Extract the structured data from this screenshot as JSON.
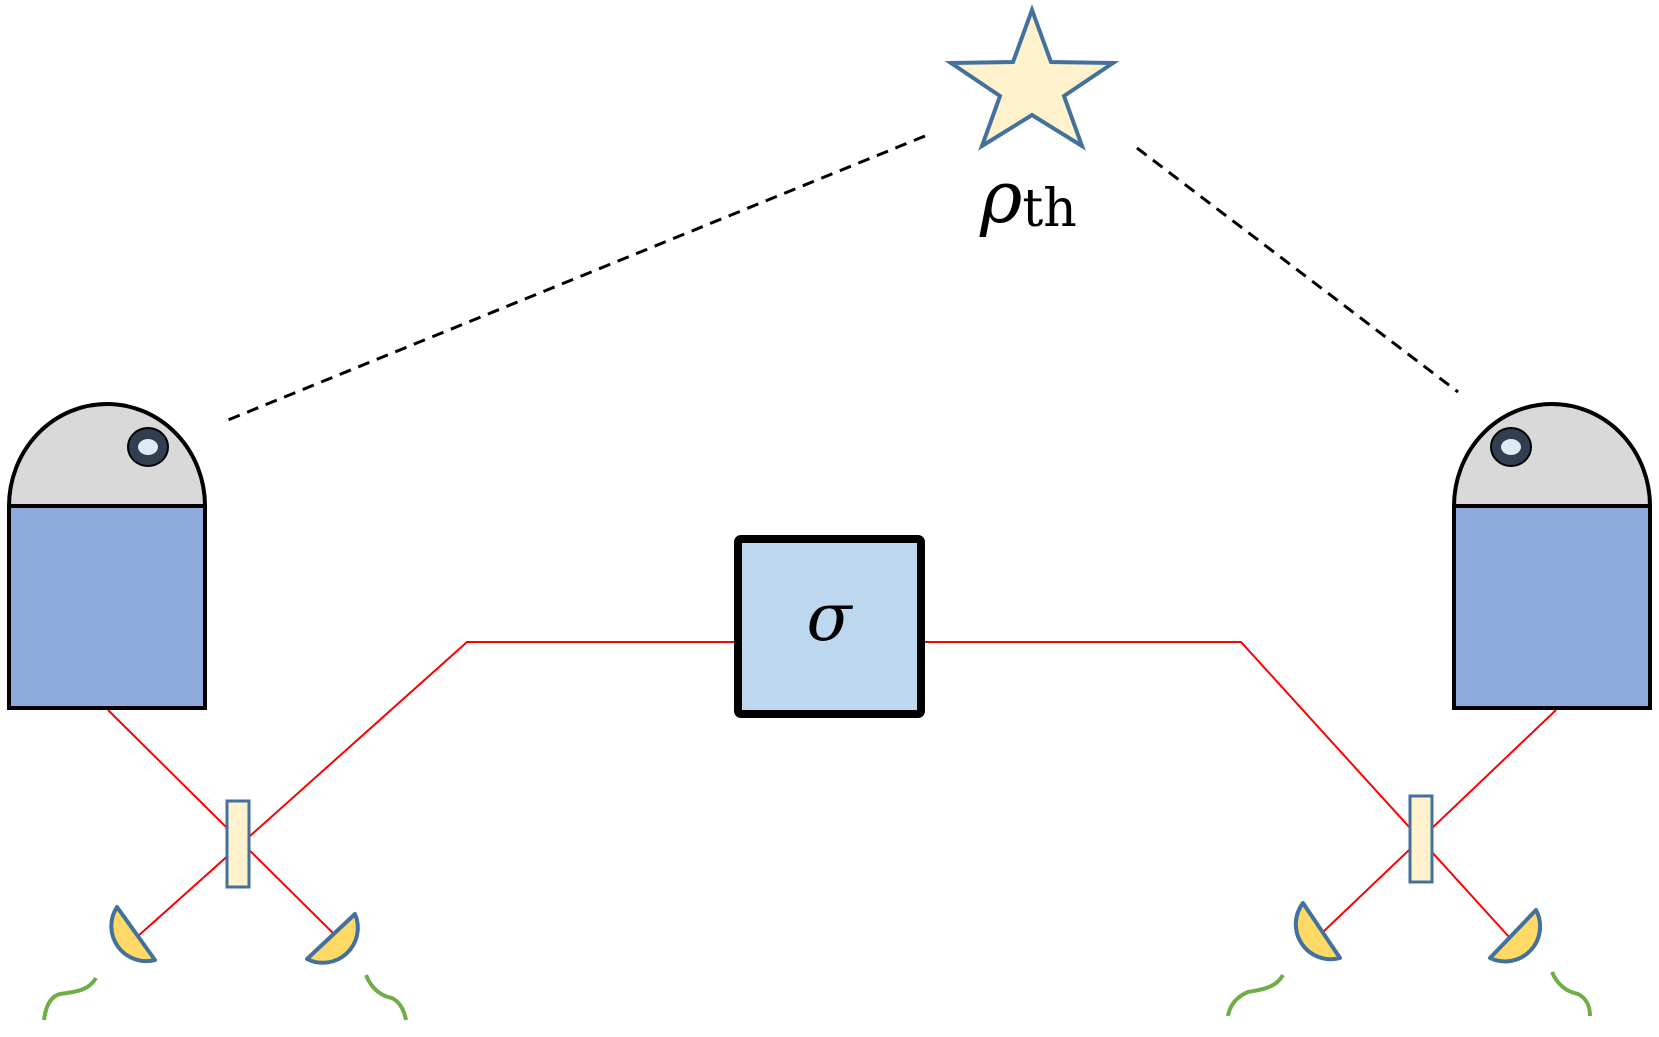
{
  "thermal_source": {
    "symbol": "ρ",
    "subscript": "th"
  },
  "central_source": {
    "symbol": "σ"
  },
  "colors": {
    "star_fill": "#FFF2CC",
    "star_stroke": "#41719C",
    "telescope_dome": "#D9D9D9",
    "telescope_body": "#8FAADC",
    "lens_ring": "#333F50",
    "source_box_fill": "#BDD7EE",
    "beam": "#FF0000",
    "beam_splitter_fill": "#FFF2CC",
    "beam_splitter_stroke": "#41719C",
    "detector_fill": "#FFD966",
    "detector_stroke": "#41719C",
    "cable": "#70AD47",
    "dashed_line": "#000000"
  }
}
